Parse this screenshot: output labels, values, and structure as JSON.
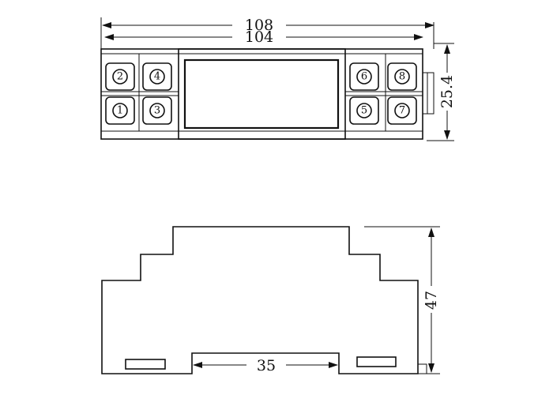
{
  "top_view": {
    "dim_overall_width": "108",
    "dim_inner_width": "104",
    "dim_height": "25.4",
    "terminals": {
      "t2": "2",
      "t4": "4",
      "t1": "1",
      "t3": "3",
      "t6": "6",
      "t8": "8",
      "t5": "5",
      "t7": "7"
    }
  },
  "side_view": {
    "dim_height": "47",
    "dim_rail": "35"
  }
}
